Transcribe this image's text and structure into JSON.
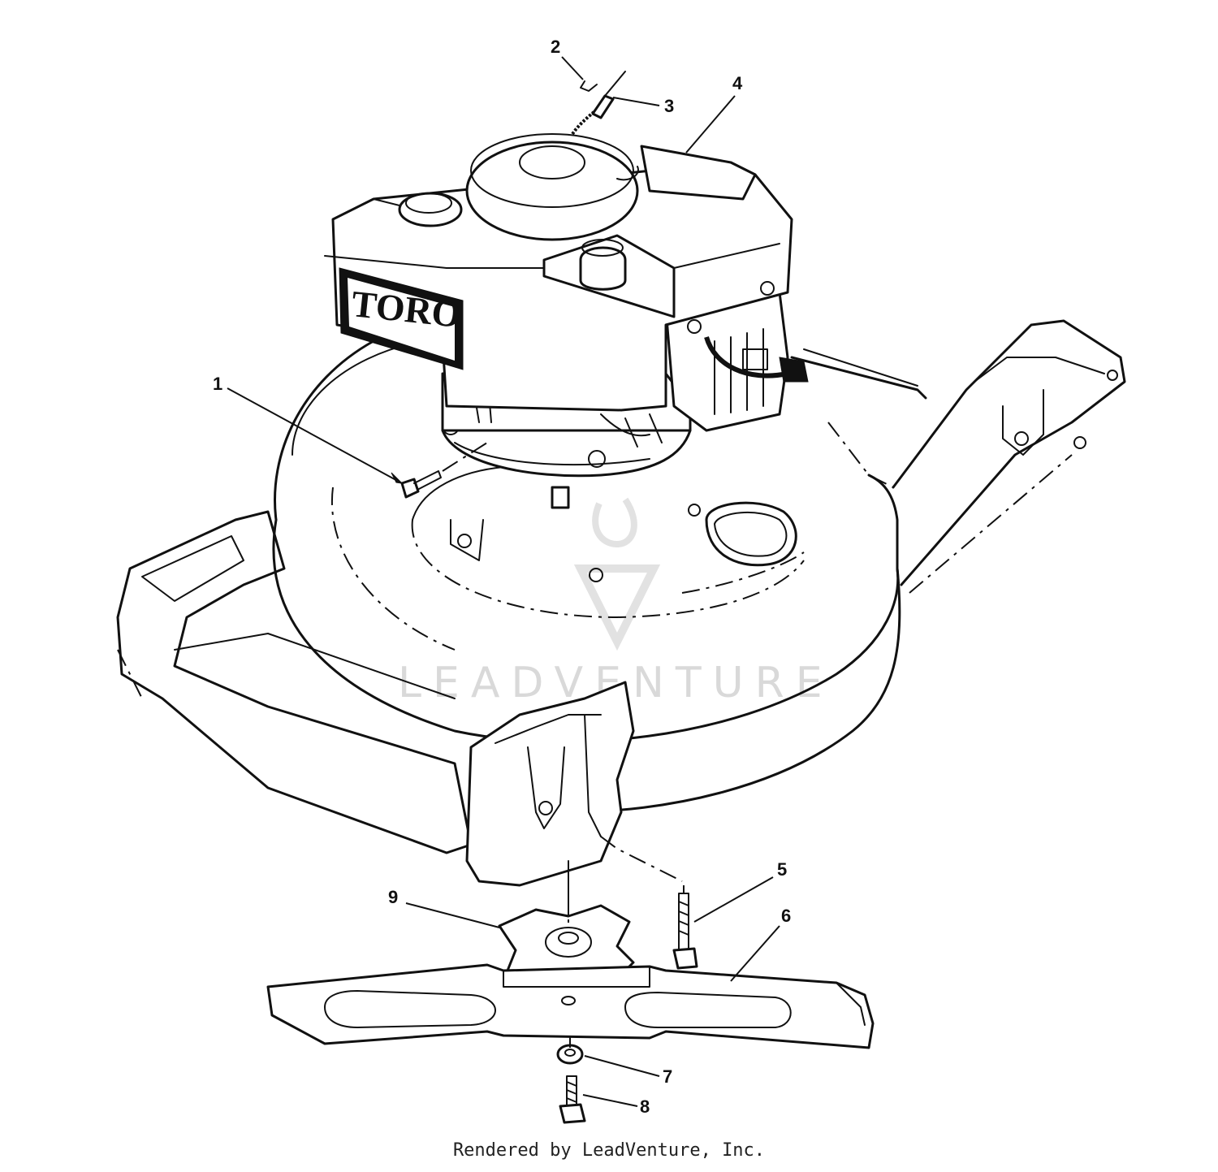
{
  "engine": {
    "brand": "TORO"
  },
  "watermark": {
    "text": "LEADVENTURE"
  },
  "callouts": [
    "1",
    "2",
    "3",
    "4",
    "5",
    "6",
    "7",
    "8",
    "9"
  ],
  "footer": {
    "text": "Rendered by LeadVenture, Inc."
  }
}
